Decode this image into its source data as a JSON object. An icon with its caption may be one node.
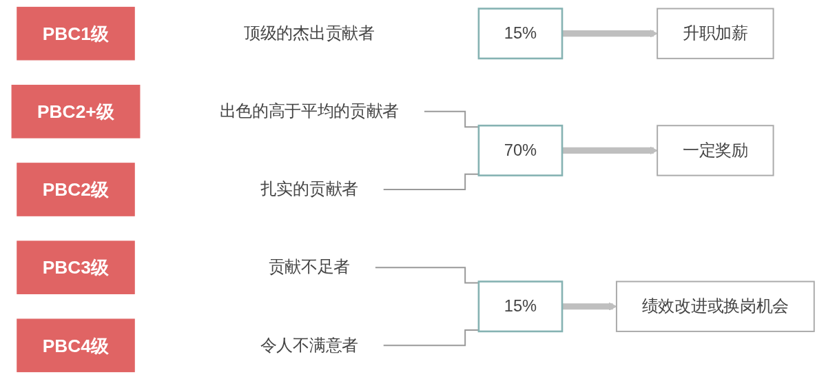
{
  "diagram": {
    "nodes": [
      {
        "text": [
          "PBC1级"
        ]
      },
      {
        "text": [
          "顶级的杰出贡献者"
        ]
      },
      {
        "text": [
          "15%"
        ]
      },
      {
        "text": [
          "升职加薪"
        ]
      },
      {
        "text": [
          "PBC2+级"
        ]
      },
      {
        "text": [
          "出色的高于平均的贡献者"
        ]
      },
      {
        "text": [
          "70%"
        ]
      },
      {
        "text": [
          "一定奖励"
        ]
      },
      {
        "text": [
          "PBC2级"
        ]
      },
      {
        "text": [
          "扎实的贡献者"
        ]
      },
      {
        "text": [
          "PBC3级"
        ]
      },
      {
        "text": [
          "贡献不足者"
        ]
      },
      {
        "text": [
          "15%"
        ]
      },
      {
        "text": [
          "绩效改进或换岗机会"
        ]
      },
      {
        "text": [
          "PBC4级"
        ]
      },
      {
        "text": [
          "令人不满意者"
        ]
      }
    ],
    "edges": [
      {
        "from": 5,
        "to": 6,
        "arrow": "none"
      },
      {
        "from": 9,
        "to": 6,
        "arrow": "none"
      },
      {
        "from": 11,
        "to": 12,
        "arrow": "none"
      },
      {
        "from": 15,
        "to": 12,
        "arrow": "none"
      },
      {
        "from": 2,
        "to": 3,
        "arrow": "to",
        "style": "thick",
        "color": "#bfbfbf"
      },
      {
        "from": 6,
        "to": 7,
        "arrow": "to",
        "style": "thick",
        "color": "#bfbfbf"
      },
      {
        "from": 12,
        "to": 13,
        "arrow": "to",
        "style": "thick",
        "color": "#bfbfbf"
      }
    ]
  }
}
